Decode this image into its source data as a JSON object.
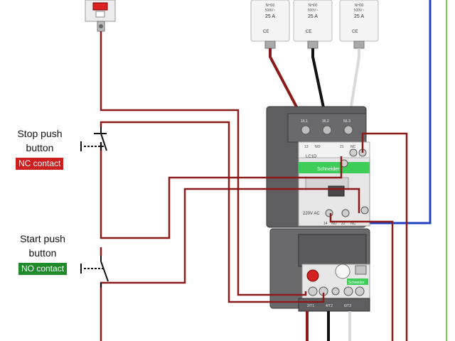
{
  "labels": {
    "stop_line1": "Stop push",
    "stop_line2": "button",
    "stop_contact": "NC contact",
    "start_line1": "Start push",
    "start_line2": "button",
    "start_contact": "NO contact"
  },
  "contactor": {
    "brand": "Schneider",
    "model": "LC1D",
    "coil_voltage": "220V AC",
    "top_terminals": [
      "1/L1",
      "3/L2",
      "5/L3"
    ],
    "aux_top": [
      "13",
      "NO",
      "21",
      "NC"
    ],
    "aux_bottom": [
      "14",
      "NO",
      "22",
      "NC"
    ]
  },
  "overload_relay": {
    "brand": "Schneider",
    "bottom_terminals": [
      "2/T1",
      "4/T2",
      "6/T3"
    ]
  },
  "fuses": [
    {
      "code": "NH00",
      "voltage": "500V~",
      "rating": "25 A",
      "mark": "CE"
    },
    {
      "code": "NH00",
      "voltage": "500V~",
      "rating": "25 A",
      "mark": "CE"
    },
    {
      "code": "NH00",
      "voltage": "500V~",
      "rating": "25 A",
      "mark": "CE"
    }
  ],
  "colors": {
    "control_wire": "#8b1a1a",
    "phase_brown": "#8b1a1a",
    "phase_black": "#111111",
    "phase_grey": "#d9d9d9",
    "neutral_blue": "#1f3fbf",
    "earth_green": "#7ccc4a",
    "nc_badge": "#cc1f1f",
    "no_badge": "#1e8a2a",
    "schneider_green": "#3dcd58"
  }
}
